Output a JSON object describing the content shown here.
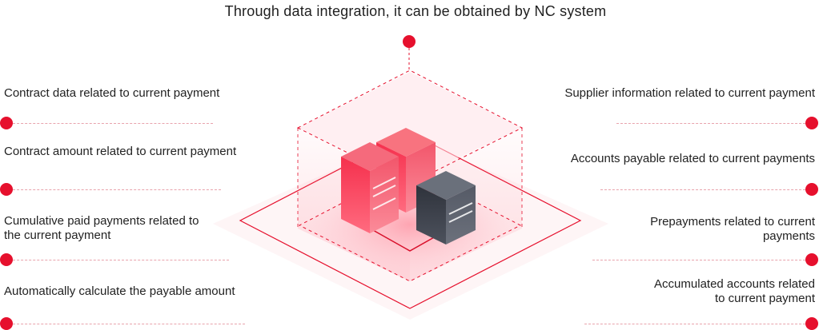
{
  "title": "Through data integration, it can be obtained by NC system",
  "left_items": [
    {
      "label": "Contract data related to current payment"
    },
    {
      "label": "Contract amount related to current payment"
    },
    {
      "label": "Cumulative paid payments related to\nthe current payment"
    },
    {
      "label": "Automatically calculate the payable amount"
    }
  ],
  "right_items": [
    {
      "label": "Supplier information related to current payment"
    },
    {
      "label": "Accounts payable related to current payments"
    },
    {
      "label": "Prepayments related to current\npayments"
    },
    {
      "label": "Accumulated accounts related\nto current payment"
    }
  ],
  "colors": {
    "accent": "#e6102d",
    "server_red": "#f03a55",
    "server_dark": "#3a3f4a"
  },
  "icons": [
    "server-icon",
    "connector-dot"
  ]
}
